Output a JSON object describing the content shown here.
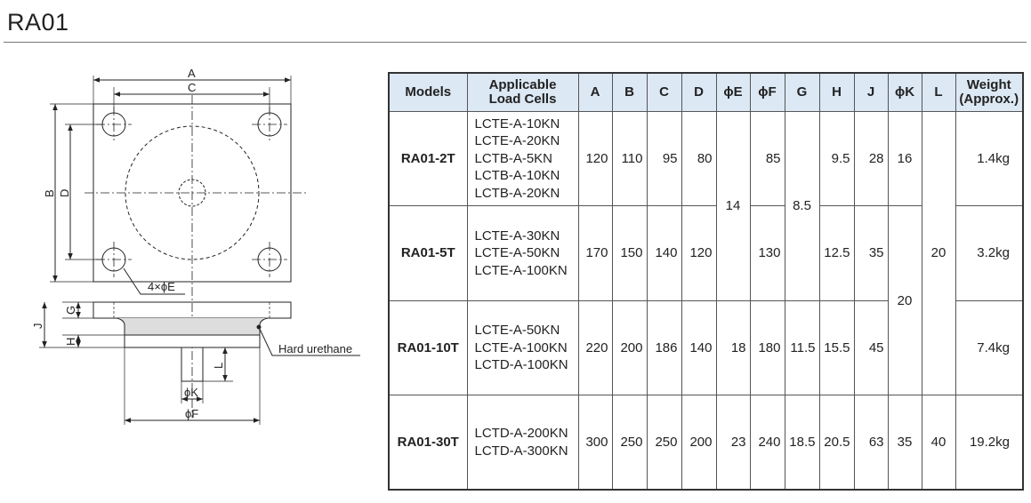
{
  "page_title": "RA01",
  "drawing": {
    "labels": {
      "A": "A",
      "C": "C",
      "B": "B",
      "D": "D",
      "holes": "4×ϕE",
      "G": "G",
      "J": "J",
      "H": "H",
      "L": "L",
      "K": "ϕK",
      "F": "ϕF",
      "material": "Hard urethane"
    }
  },
  "table": {
    "headers": {
      "models": "Models",
      "cells_1": "Applicable",
      "cells_2": "Load Cells",
      "A": "A",
      "B": "B",
      "C": "C",
      "D": "D",
      "E": "ϕE",
      "F": "ϕF",
      "G": "G",
      "H": "H",
      "J": "J",
      "K": "ϕK",
      "L": "L",
      "weight_1": "Weight",
      "weight_2": "(Approx.)"
    },
    "rows": [
      {
        "model": "RA01-2T",
        "cells": [
          "LCTE-A-10KN",
          "LCTE-A-20KN",
          "LCTB-A-5KN",
          "LCTB-A-10KN",
          "LCTB-A-20KN"
        ],
        "A": "120",
        "B": "110",
        "C": "95",
        "D": "80",
        "F": "85",
        "H": "9.5",
        "J": "28",
        "K": "16",
        "weight": "1.4kg"
      },
      {
        "model": "RA01-5T",
        "cells": [
          "LCTE-A-30KN",
          "LCTE-A-50KN",
          "LCTE-A-100KN"
        ],
        "A": "170",
        "B": "150",
        "C": "140",
        "D": "120",
        "F": "130",
        "H": "12.5",
        "J": "35",
        "weight": "3.2kg"
      },
      {
        "model": "RA01-10T",
        "cells": [
          "LCTE-A-50KN",
          "LCTE-A-100KN",
          "LCTD-A-100KN"
        ],
        "A": "220",
        "B": "200",
        "C": "186",
        "D": "140",
        "E": "18",
        "F": "180",
        "G": "11.5",
        "H": "15.5",
        "J": "45",
        "weight": "7.4kg"
      },
      {
        "model": "RA01-30T",
        "cells": [
          "LCTD-A-200KN",
          "LCTD-A-300KN"
        ],
        "A": "300",
        "B": "250",
        "C": "250",
        "D": "200",
        "E": "23",
        "F": "240",
        "G": "18.5",
        "H": "20.5",
        "J": "63",
        "K": "35",
        "L": "40",
        "weight": "19.2kg"
      }
    ],
    "merged": {
      "E_2T_5T": "14",
      "G_2T_5T": "8.5",
      "K_5T_10T": "20",
      "L_2T_10T": "20"
    }
  }
}
